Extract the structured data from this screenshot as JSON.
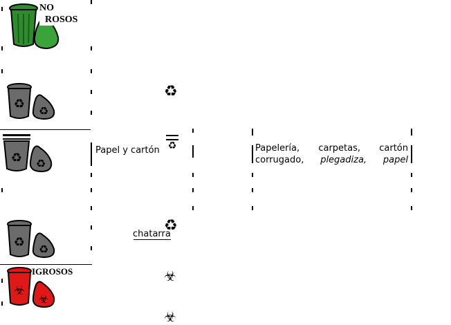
{
  "sections": {
    "no_peligrosos": {
      "label_line1": "NO",
      "label_line2": "ROSOS"
    },
    "peligrosos": {
      "label": "IGROSOS"
    }
  },
  "rows": {
    "paper": {
      "name": "Papel y cartón"
    },
    "metal": {
      "name": "chatarra"
    }
  },
  "description": {
    "line1": [
      "Papelería,",
      "carpetas,",
      "cartón"
    ],
    "line2": [
      "corrugado,",
      "plegadiza,",
      "papel"
    ]
  },
  "colors": {
    "green": "#2e8b2e",
    "gray": "#6b6b6b",
    "red": "#e01818"
  }
}
